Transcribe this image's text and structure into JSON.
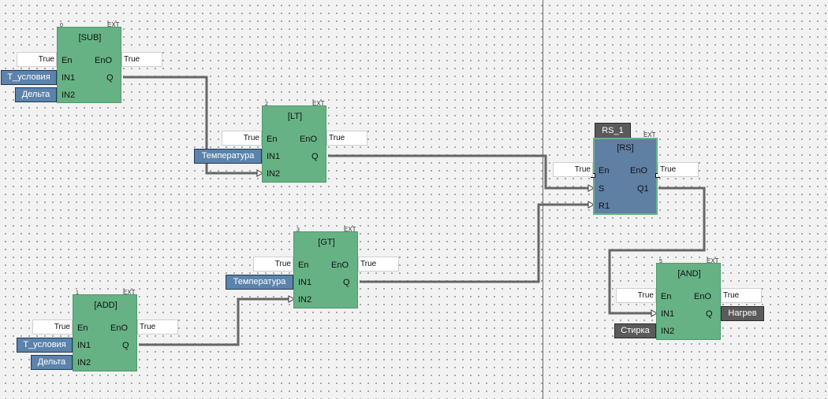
{
  "blocks": {
    "sub": {
      "index": "0",
      "ext": "EXT",
      "title": "[SUB]",
      "pins": {
        "en": "En",
        "eno": "EnO",
        "in1": "IN1",
        "q": "Q",
        "in2": "IN2"
      },
      "en_value": "True",
      "eno_value": "True",
      "in1_var": "T_условия",
      "in2_var": "Дельта"
    },
    "lt": {
      "index": "2",
      "ext": "EXT",
      "title": "[LT]",
      "pins": {
        "en": "En",
        "eno": "EnO",
        "in1": "IN1",
        "q": "Q",
        "in2": "IN2"
      },
      "en_value": "True",
      "eno_value": "True",
      "in1_var": "Температура"
    },
    "gt": {
      "index": "3",
      "ext": "EXT",
      "title": "[GT]",
      "pins": {
        "en": "En",
        "eno": "EnO",
        "in1": "IN1",
        "q": "Q",
        "in2": "IN2"
      },
      "en_value": "True",
      "eno_value": "True",
      "in1_var": "Температура"
    },
    "add": {
      "index": "1",
      "ext": "EXT",
      "title": "[ADD]",
      "pins": {
        "en": "En",
        "eno": "EnO",
        "in1": "IN1",
        "q": "Q",
        "in2": "IN2"
      },
      "en_value": "True",
      "eno_value": "True",
      "in1_var": "T_условия",
      "in2_var": "Дельта"
    },
    "rs": {
      "ext": "EXT",
      "title": "[RS]",
      "tag": "RS_1",
      "pins": {
        "en": "En",
        "eno": "EnO",
        "s": "S",
        "q1": "Q1",
        "r1": "R1"
      },
      "en_value": "True",
      "eno_value": "True"
    },
    "and": {
      "index": "5",
      "ext": "EXT",
      "title": "[AND]",
      "pins": {
        "en": "En",
        "eno": "EnO",
        "in1": "IN1",
        "q": "Q",
        "in2": "IN2"
      },
      "en_value": "True",
      "eno_value": "True",
      "in2_var": "Стирка",
      "q_var": "Нагрев"
    }
  },
  "colors": {
    "block_fill": "#66b285",
    "rs_fill": "#5f7fa3",
    "input_var": "#5b83ab",
    "output_var": "#5a5a5a",
    "wire": "#666666",
    "grid_dot": "#9a9a9a"
  },
  "connections": [
    {
      "from": "SUB.Q",
      "to": "LT.IN2"
    },
    {
      "from": "LT.Q",
      "to": "RS.S"
    },
    {
      "from": "GT.Q",
      "to": "RS.R1"
    },
    {
      "from": "ADD.Q",
      "to": "GT.IN2"
    },
    {
      "from": "RS.Q1",
      "to": "AND.IN1"
    }
  ]
}
